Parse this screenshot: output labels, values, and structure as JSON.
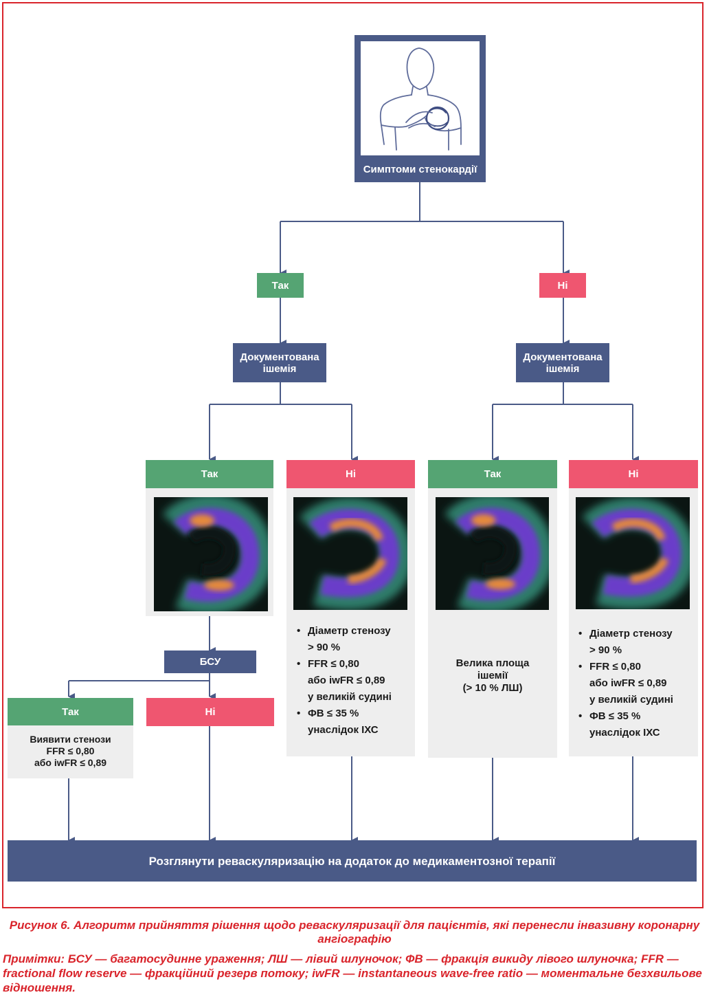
{
  "colors": {
    "navy": "#4a5a87",
    "green": "#55a473",
    "red": "#ef5670",
    "border": "#d9242b",
    "panel": "#eeeeee"
  },
  "top": {
    "label": "Симптоми стенокардії",
    "icon": "person-chest-pain-icon"
  },
  "left_yes": "Так",
  "right_no": "Ні",
  "left_doc": "Документована ішемія",
  "right_doc": "Документована ішемія",
  "col1": {
    "header": "Так",
    "scan": "myocardial-perfusion-scan-ischemia"
  },
  "col2": {
    "header": "Ні",
    "scan": "myocardial-perfusion-scan-normal",
    "bullets": [
      [
        "Діаметр стенозу",
        "> 90 %"
      ],
      [
        "FFR ≤ 0,80",
        "або iwFR ≤ 0,89",
        "у великій судині"
      ],
      [
        "ФВ ≤ 35 %",
        "унаслідок ІХС"
      ]
    ]
  },
  "col3": {
    "header": "Так",
    "scan": "myocardial-perfusion-scan-ischemia",
    "text": [
      "Велика площа",
      "ішемії",
      "(> 10 % ЛШ)"
    ]
  },
  "col4": {
    "header": "Ні",
    "scan": "myocardial-perfusion-scan-normal",
    "bullets": [
      [
        "Діаметр стенозу",
        "> 90 %"
      ],
      [
        "FFR ≤ 0,80",
        "або iwFR ≤ 0,89",
        "у великій судині"
      ],
      [
        "ФВ ≤ 35 %",
        "унаслідок ІХС"
      ]
    ]
  },
  "bsu": "БСУ",
  "bsu_yes": {
    "header": "Так",
    "text": [
      "Виявити стенози",
      "FFR ≤ 0,80",
      "або iwFR ≤ 0,89"
    ]
  },
  "bsu_no": "Ні",
  "bottom": "Розглянути реваскуляризацію на додаток до медикаментозної терапії",
  "caption": "Рисунок 6. Алгоритм прийняття рішення щодо реваскуляризації для пацієнтів, які перенесли інвазивну коронарну ангіографію",
  "notes": "Примітки: БСУ — багатосудинне ураження; ЛШ — лівий шлуночок; ФВ — фракція викиду лівого шлуночка; FFR — fractional flow reserve — фракційний резерв потоку; iwFR — instantaneous wave-free ratio — моментальне безхвильове відношення."
}
